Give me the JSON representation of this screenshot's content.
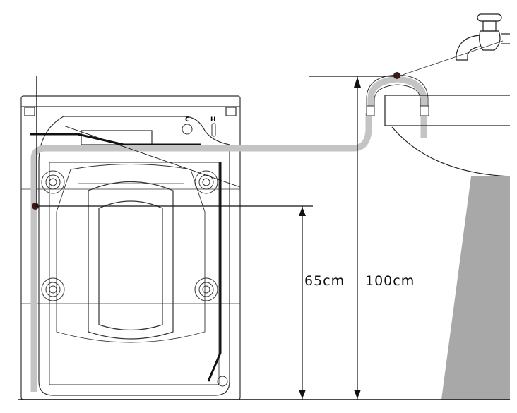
{
  "labels": {
    "height_min": "65cm",
    "height_max": "100cm",
    "valve_c": "C",
    "valve_h": "H"
  },
  "colors": {
    "hose": "#c4c4c4",
    "pedestal": "#a8a8a8",
    "line": "#1a1a1a",
    "clip": "#3a1a1a"
  }
}
